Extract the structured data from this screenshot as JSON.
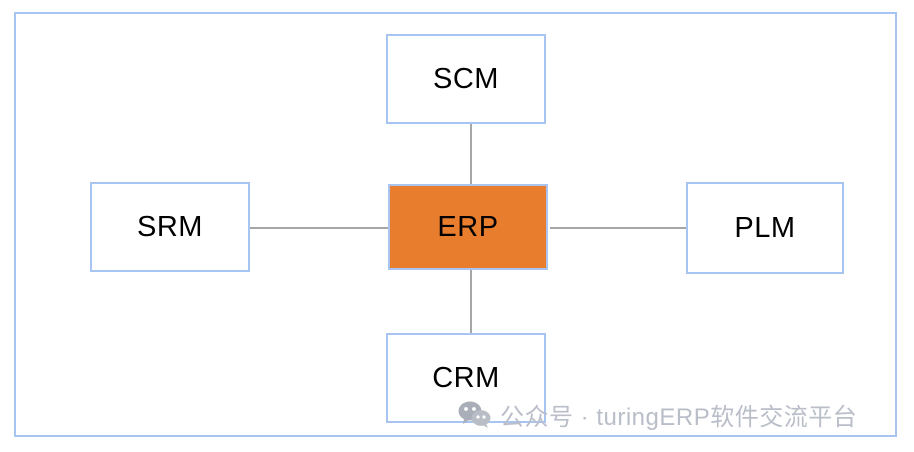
{
  "diagram": {
    "title_visible": false,
    "frame": {
      "border_color": "#a8c4f0"
    },
    "nodes": [
      {
        "id": "scm",
        "label": "SCM",
        "fill": "#ffffff",
        "border": "#a8c4f0",
        "text_color": "#000000",
        "position": "top"
      },
      {
        "id": "srm",
        "label": "SRM",
        "fill": "#ffffff",
        "border": "#a8c4f0",
        "text_color": "#000000",
        "position": "left"
      },
      {
        "id": "erp",
        "label": "ERP",
        "fill": "#e87d2e",
        "border": "#a8c4f0",
        "text_color": "#000000",
        "position": "center"
      },
      {
        "id": "plm",
        "label": "PLM",
        "fill": "#ffffff",
        "border": "#a8c4f0",
        "text_color": "#000000",
        "position": "right"
      },
      {
        "id": "crm",
        "label": "CRM",
        "fill": "#ffffff",
        "border": "#a8c4f0",
        "text_color": "#000000",
        "position": "bottom"
      }
    ],
    "connectors": [
      {
        "id": "scm-erp",
        "from": "scm",
        "to": "erp",
        "color": "#a6a6a6"
      },
      {
        "id": "srm-erp",
        "from": "srm",
        "to": "erp",
        "color": "#a6a6a6"
      },
      {
        "id": "erp-plm",
        "from": "erp",
        "to": "plm",
        "color": "#a6a6a6"
      },
      {
        "id": "erp-crm",
        "from": "erp",
        "to": "crm",
        "color": "#a6a6a6"
      }
    ]
  },
  "watermark": {
    "icon": "wechat-logo-icon",
    "text": "公众号 · turingERP软件交流平台",
    "color": "#b9bec9"
  }
}
